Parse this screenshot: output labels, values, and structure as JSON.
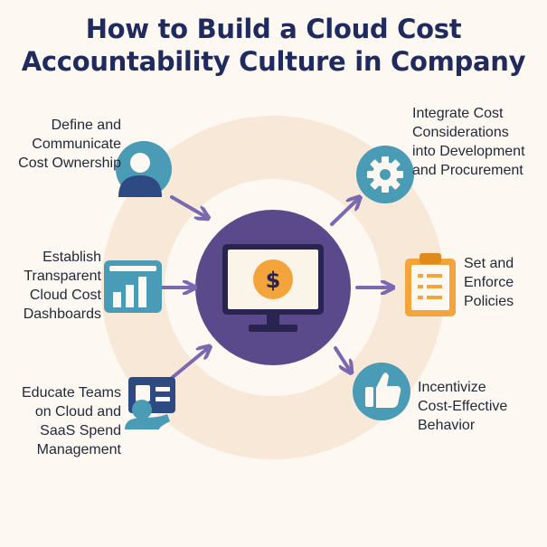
{
  "title": {
    "line1": "How to Build a Cloud Cost",
    "line2": "Accountability Culture in Company"
  },
  "steps": [
    {
      "icon": "person-icon",
      "lines": [
        "Define and",
        "Communicate",
        "Cost Ownership"
      ]
    },
    {
      "icon": "gear-icon",
      "lines": [
        "Integrate Cost",
        "Considerations",
        "into Development",
        "and Procurement"
      ]
    },
    {
      "icon": "dashboard-chart-icon",
      "lines": [
        "Establish",
        "Transparent",
        "Cloud Cost",
        "Dashboards"
      ]
    },
    {
      "icon": "clipboard-icon",
      "lines": [
        "Set and",
        "Enforce",
        "Policies"
      ]
    },
    {
      "icon": "presenter-icon",
      "lines": [
        "Educate Teams",
        "on Cloud and",
        "SaaS Spend",
        "Management"
      ]
    },
    {
      "icon": "thumbs-up-icon",
      "lines": [
        "Incentivize",
        "Cost-Effective",
        "Behavior"
      ]
    }
  ],
  "center": {
    "icon": "monitor-dollar-icon",
    "symbol": "$"
  },
  "colors": {
    "title": "#1f2a5e",
    "ring": "#f8e8d8",
    "center": "#5b4a8b",
    "arrow": "#7b68b0",
    "teal": "#4a9bb5",
    "orange": "#f3a43b",
    "navy": "#2d4a82"
  }
}
